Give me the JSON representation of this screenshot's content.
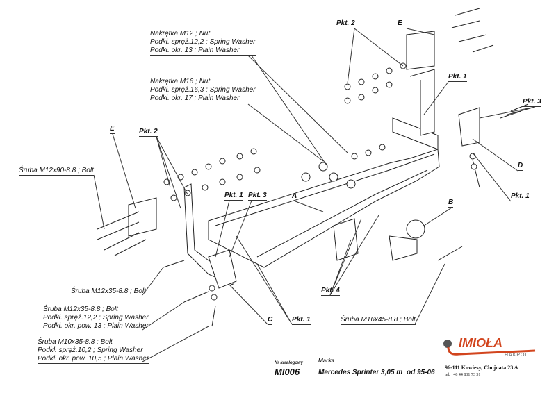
{
  "labels": {
    "nut_m12": [
      "Nakrętka  M12 ; Nut",
      "Podkł. spręż.12,2 ; Spring Washer",
      "Podkł. okr. 13 ; Plain Washer"
    ],
    "nut_m16": [
      "Nakrętka  M16 ; Nut",
      "Podkł. spręż.16,3 ; Spring Washer",
      "Podkł. okr. 17 ; Plain Washer"
    ],
    "bolt_m12x90": "Śruba M12x90-8.8 ;  Bolt",
    "bolt_m12x35_single": "Śruba M12x35-8.8 ;  Bolt",
    "bolt_m12x35": [
      "Śruba M12x35-8.8 ;  Bolt",
      "Podkł. spręż.12,2 ; Spring Washer",
      "Podkł. okr. pow. 13 ; Plain Washer"
    ],
    "bolt_m10x35": [
      "Śruba M10x35-8.8 ;  Bolt",
      "Podkł. spręż.10,2 ; Spring Washer",
      "Podkł. okr. pow. 10,5 ; Plain Washer"
    ],
    "bolt_m16x45": "Śruba M16x45-8.8 ;  Bolt"
  },
  "parts": {
    "A": "A",
    "B": "B",
    "C": "C",
    "D": "D",
    "E": "E"
  },
  "points": {
    "pkt1": "Pkt. 1",
    "pkt2": "Pkt. 2",
    "pkt3": "Pkt. 3",
    "pkt4": "Pkt. 4"
  },
  "footer": {
    "catalog_label": "Nr katalogowy",
    "catalog_number": "MI006",
    "make_label": "Marka",
    "make": "Mercedes Sprinter 3,05 m",
    "years": "od 95-06",
    "logo_text": "IMIOŁA",
    "logo_sub": "HAKPOL",
    "address": "96-111 Kowiesy, Chojnata 23 A",
    "phone": "tel. +48 44 831 73 31"
  },
  "colors": {
    "logo_red": "#d2451e",
    "logo_grey": "#666666",
    "line": "#222222"
  }
}
